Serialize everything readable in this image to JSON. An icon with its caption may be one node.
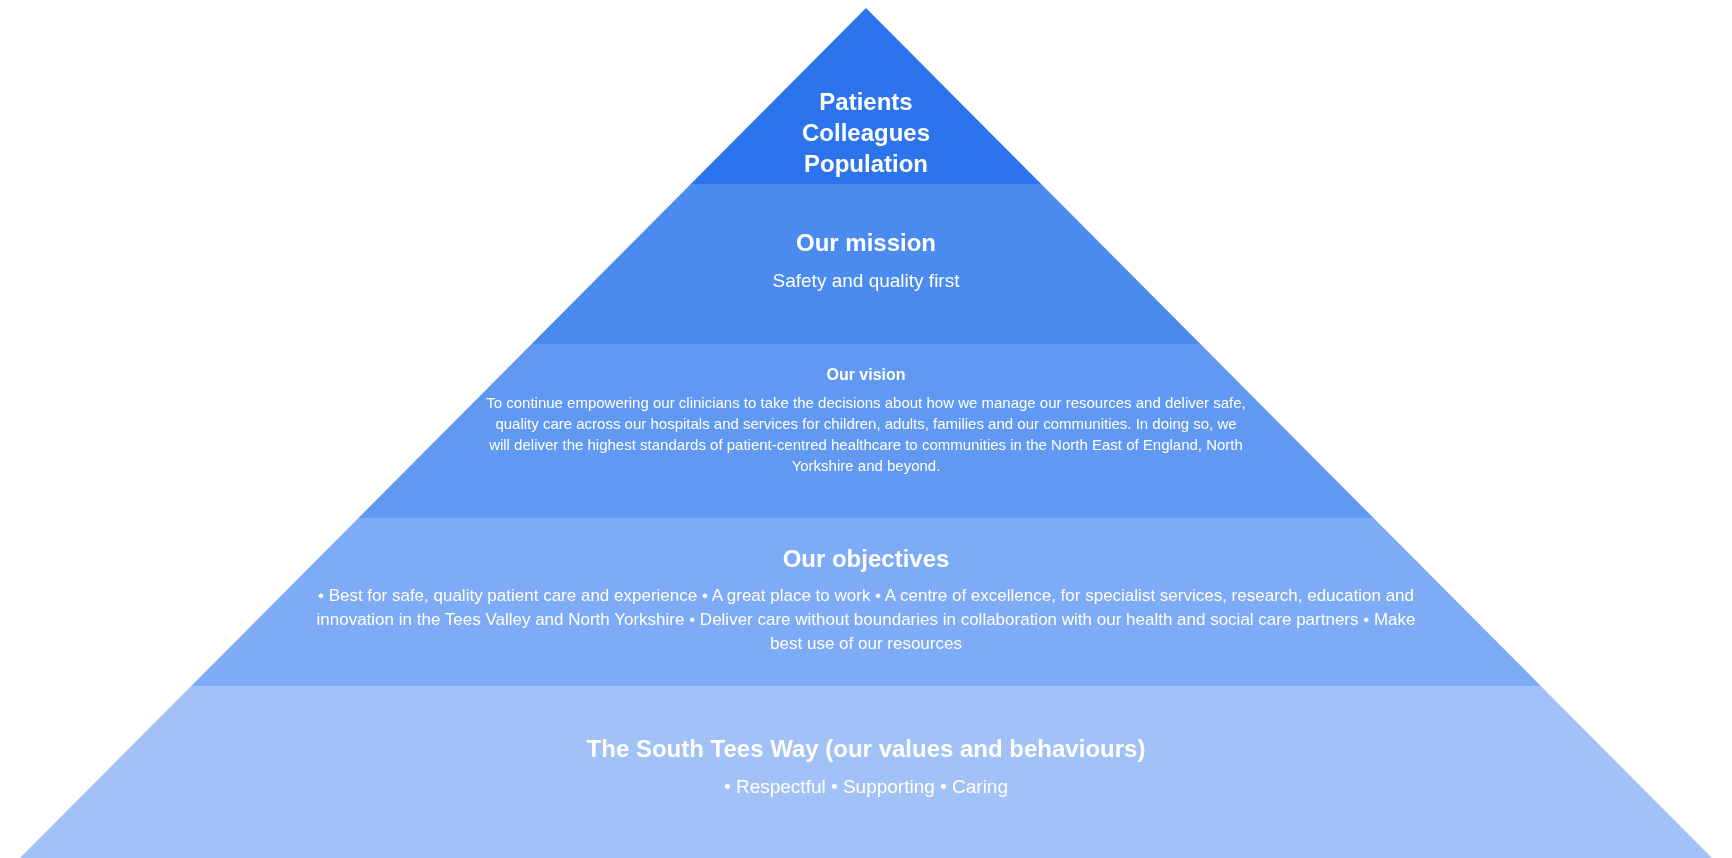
{
  "diagram": {
    "nodes": [
      {
        "text": [
          "Patients Colleagues Population"
        ]
      },
      {
        "text": [
          "Our mission",
          "Safety and quality first"
        ]
      },
      {
        "text": [
          "Our vision",
          "To continue empowering our clinicians to take the decisions about how we manage our resources and deliver safe, quality care across our hospitals and services for children, adults, families and our communities. In doing so, we will deliver the highest standards of patient-centred healthcare to communities in the North East of England, North Yorkshire and beyond."
        ]
      },
      {
        "text": [
          "Our objectives",
          "• Best for safe, quality patient care and experience • A great place to work • A centre of excellence, for specialist services, research, education and innovation in the Tees Valley and North Yorkshire • Deliver care without boundaries in collaboration with our health and social care partners • Make best use of our resources"
        ]
      },
      {
        "text": [
          "The South Tees Way (our values and behaviours)",
          "• Respectful • Supporting • Caring"
        ]
      }
    ]
  }
}
